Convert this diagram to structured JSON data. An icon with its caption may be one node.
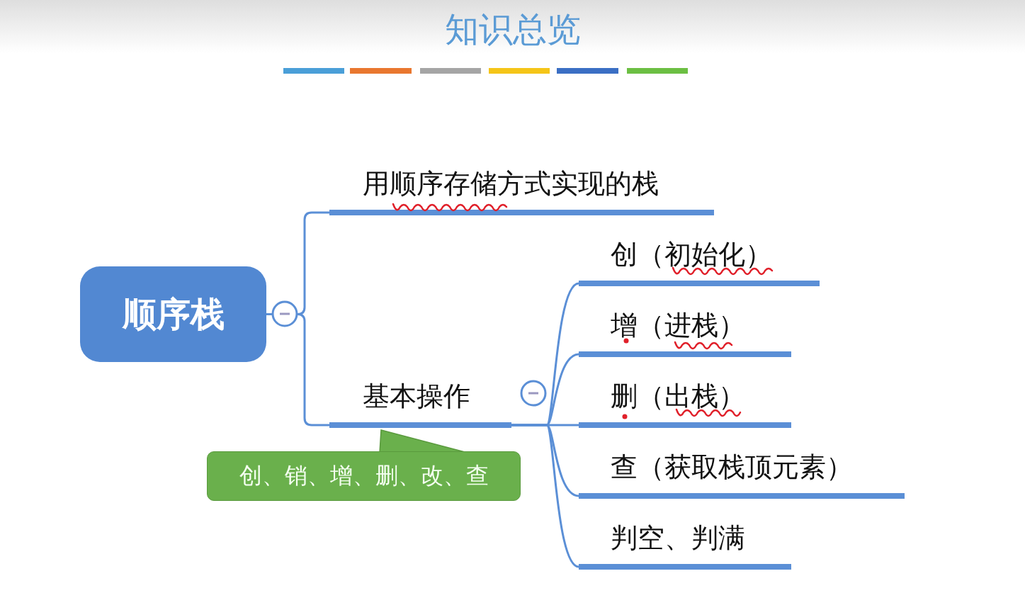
{
  "diagram": {
    "title": "知识总览",
    "nodes": [
      {
        "text": [
          "顺序栈"
        ]
      },
      {
        "text": [
          "用顺序存储方式实现的栈"
        ]
      },
      {
        "text": [
          "基本操作"
        ]
      },
      {
        "text": [
          "创（初始化）"
        ]
      },
      {
        "text": [
          "增（进栈）"
        ]
      },
      {
        "text": [
          "删（出栈）"
        ]
      },
      {
        "text": [
          "查（获取栈顶元素）"
        ]
      },
      {
        "text": [
          "判空、判满"
        ]
      },
      {
        "text": [
          "创、销、增、删、改、查"
        ]
      }
    ],
    "edges": [
      {
        "from": 0,
        "to": 1,
        "arrow": "none"
      },
      {
        "from": 0,
        "to": 2,
        "arrow": "none"
      },
      {
        "from": 2,
        "to": 3,
        "arrow": "none"
      },
      {
        "from": 2,
        "to": 4,
        "arrow": "none"
      },
      {
        "from": 2,
        "to": 5,
        "arrow": "none"
      },
      {
        "from": 2,
        "to": 6,
        "arrow": "none"
      },
      {
        "from": 2,
        "to": 7,
        "arrow": "none"
      },
      {
        "from": 8,
        "to": 2,
        "arrow": "to"
      }
    ]
  }
}
